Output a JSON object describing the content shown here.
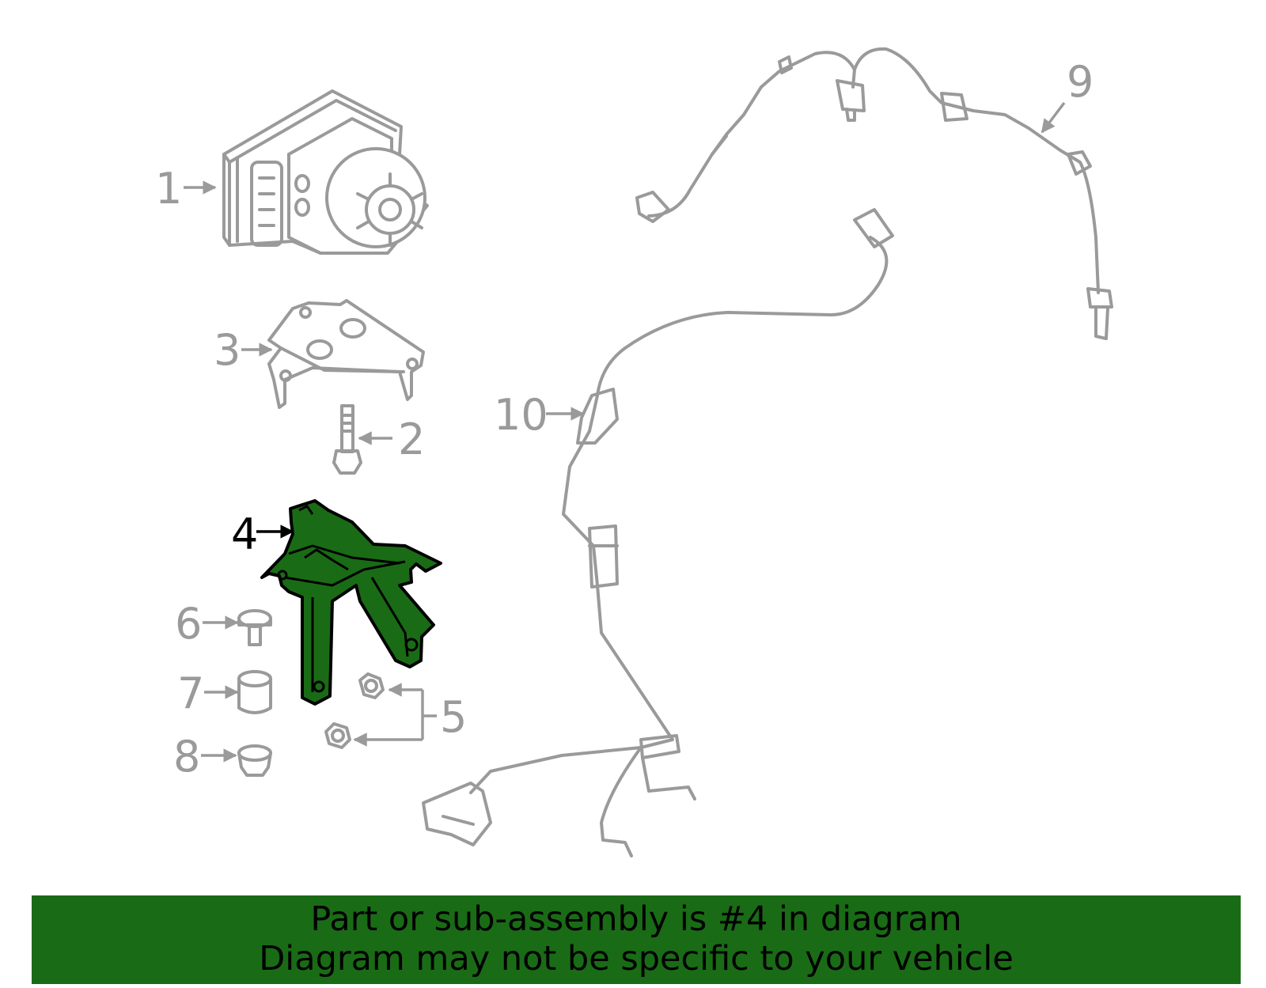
{
  "callouts": {
    "c1": "1",
    "c2": "2",
    "c3": "3",
    "c4": "4",
    "c5": "5",
    "c6": "6",
    "c7": "7",
    "c8": "8",
    "c9": "9",
    "c10": "10"
  },
  "highlighted_part": "4",
  "colors": {
    "highlight": "#1a6b16",
    "line_art": "#9a9a9a",
    "banner": "#1a6b16"
  },
  "banner": {
    "line1": "Part or sub-assembly is #4 in diagram",
    "line2": "Diagram may not be specific to your vehicle"
  }
}
